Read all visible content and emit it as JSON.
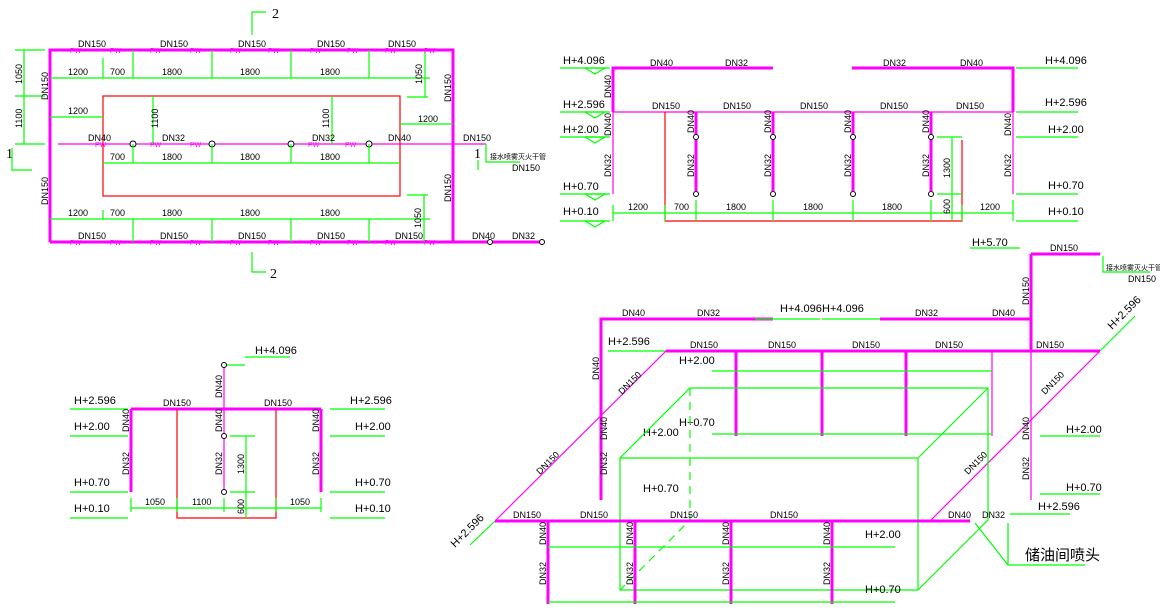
{
  "drawing": {
    "pipe_system_code": "PW",
    "section_markers": {
      "section_1": "1",
      "section_2": "2"
    },
    "plan_view": {
      "pipe_labels_top": [
        "DN150",
        "DN150",
        "DN150",
        "DN150",
        "DN150"
      ],
      "pipe_labels_bottom": [
        "DN150",
        "DN150",
        "DN150",
        "DN150",
        "DN150",
        "DN40",
        "DN32"
      ],
      "pipe_label_left_riser": "DN150",
      "pipe_label_left_riser_lower": "DN150",
      "pipe_label_right_riser": "DN150",
      "pipe_label_right_riser_lower": "DN150",
      "middle_branch_labels": [
        "DN40",
        "DN32",
        "DN32",
        "DN40"
      ],
      "outlet_label": "DN150",
      "outlet_note": "接水喷雾灭火干管",
      "outlet_note_size": "DN150",
      "dims_top_row": [
        "1200",
        "700",
        "1800",
        "1800",
        "1800"
      ],
      "dims_middle_row": [
        "700",
        "1800",
        "1800",
        "1800"
      ],
      "dims_bottom_row": [
        "1200",
        "700",
        "1800",
        "1800",
        "1800"
      ],
      "dims_left_vertical": [
        "1050",
        "1100"
      ],
      "dims_inner_vertical": [
        "1100",
        "1100"
      ],
      "dims_right_vertical": [
        "1050",
        "1050"
      ],
      "dims_inner_horizontal": [
        "1200",
        "1200"
      ]
    },
    "section_1_1": {
      "elevations_left": [
        "H+4.096",
        "H+2.596",
        "H+2.00",
        "H+0.70",
        "H+0.10"
      ],
      "elevations_right": [
        "H+4.096",
        "H+2.596",
        "H+2.00",
        "H+0.70",
        "H+0.10"
      ],
      "top_pipe_labels": [
        "DN40",
        "DN32",
        "DN32",
        "DN40"
      ],
      "main_pipe_labels": [
        "DN150",
        "DN150",
        "DN150",
        "DN150",
        "DN150"
      ],
      "riser_upper_labels": [
        "DN40",
        "DN40",
        "DN40",
        "DN40",
        "DN40",
        "DN40",
        "DN40"
      ],
      "riser_lower_labels": [
        "DN32",
        "DN32",
        "DN32",
        "DN32",
        "DN32",
        "DN32"
      ],
      "dims_bottom": [
        "1200",
        "700",
        "1800",
        "1800",
        "1800",
        "1200"
      ],
      "dims_vertical": [
        "1300",
        "600"
      ]
    },
    "section_2_2": {
      "elevation_top": "H+4.096",
      "elevations_left": [
        "H+2.596",
        "H+2.00",
        "H+0.70",
        "H+0.10"
      ],
      "elevations_right": [
        "H+2.596",
        "H+2.00",
        "H+0.70",
        "H+0.10"
      ],
      "main_pipe_labels": [
        "DN150",
        "DN150"
      ],
      "riser_labels": [
        "DN40",
        "DN40",
        "DN40",
        "DN40",
        "DN32",
        "DN32",
        "DN32"
      ],
      "dims_bottom": [
        "1050",
        "1100",
        "1050"
      ],
      "dims_vertical": [
        "1300",
        "600"
      ]
    },
    "isometric": {
      "elevation_top": "H+5.70",
      "top_outlet_label": "DN150",
      "top_outlet_note": "接水喷雾灭火干管",
      "top_outlet_size": "DN150",
      "riser_label": "DN150",
      "upper_branch_labels": [
        "DN40",
        "DN32",
        "DN32",
        "DN40"
      ],
      "upper_elevations": [
        "H+4.096",
        "H+4.096"
      ],
      "rear_main_labels": [
        "DN150",
        "DN150",
        "DN150",
        "DN150",
        "DN150"
      ],
      "rear_elevations": [
        "H+2.596",
        "H+2.00",
        "H+0.70",
        "H+2.00",
        "H+0.70"
      ],
      "diagonal_labels": [
        "DN150",
        "DN150",
        "DN150",
        "DN150"
      ],
      "diag_elevations": [
        "H+2.596",
        "H+2.596"
      ],
      "front_main_labels": [
        "DN150",
        "DN150",
        "DN150",
        "DN150",
        "DN40",
        "DN32"
      ],
      "front_riser_labels": [
        "DN40",
        "DN40",
        "DN40",
        "DN40",
        "DN32",
        "DN32",
        "DN32",
        "DN32"
      ],
      "front_elevations": [
        "H+2.00",
        "H+0.70"
      ],
      "right_riser_labels": [
        "DN40",
        "DN32"
      ],
      "right_elevations": [
        "H+2.00",
        "H+0.70",
        "H+2.596"
      ],
      "left_riser_labels": [
        "DN40",
        "DN40",
        "DN32"
      ],
      "nozzle_note": "储油间喷头"
    }
  }
}
